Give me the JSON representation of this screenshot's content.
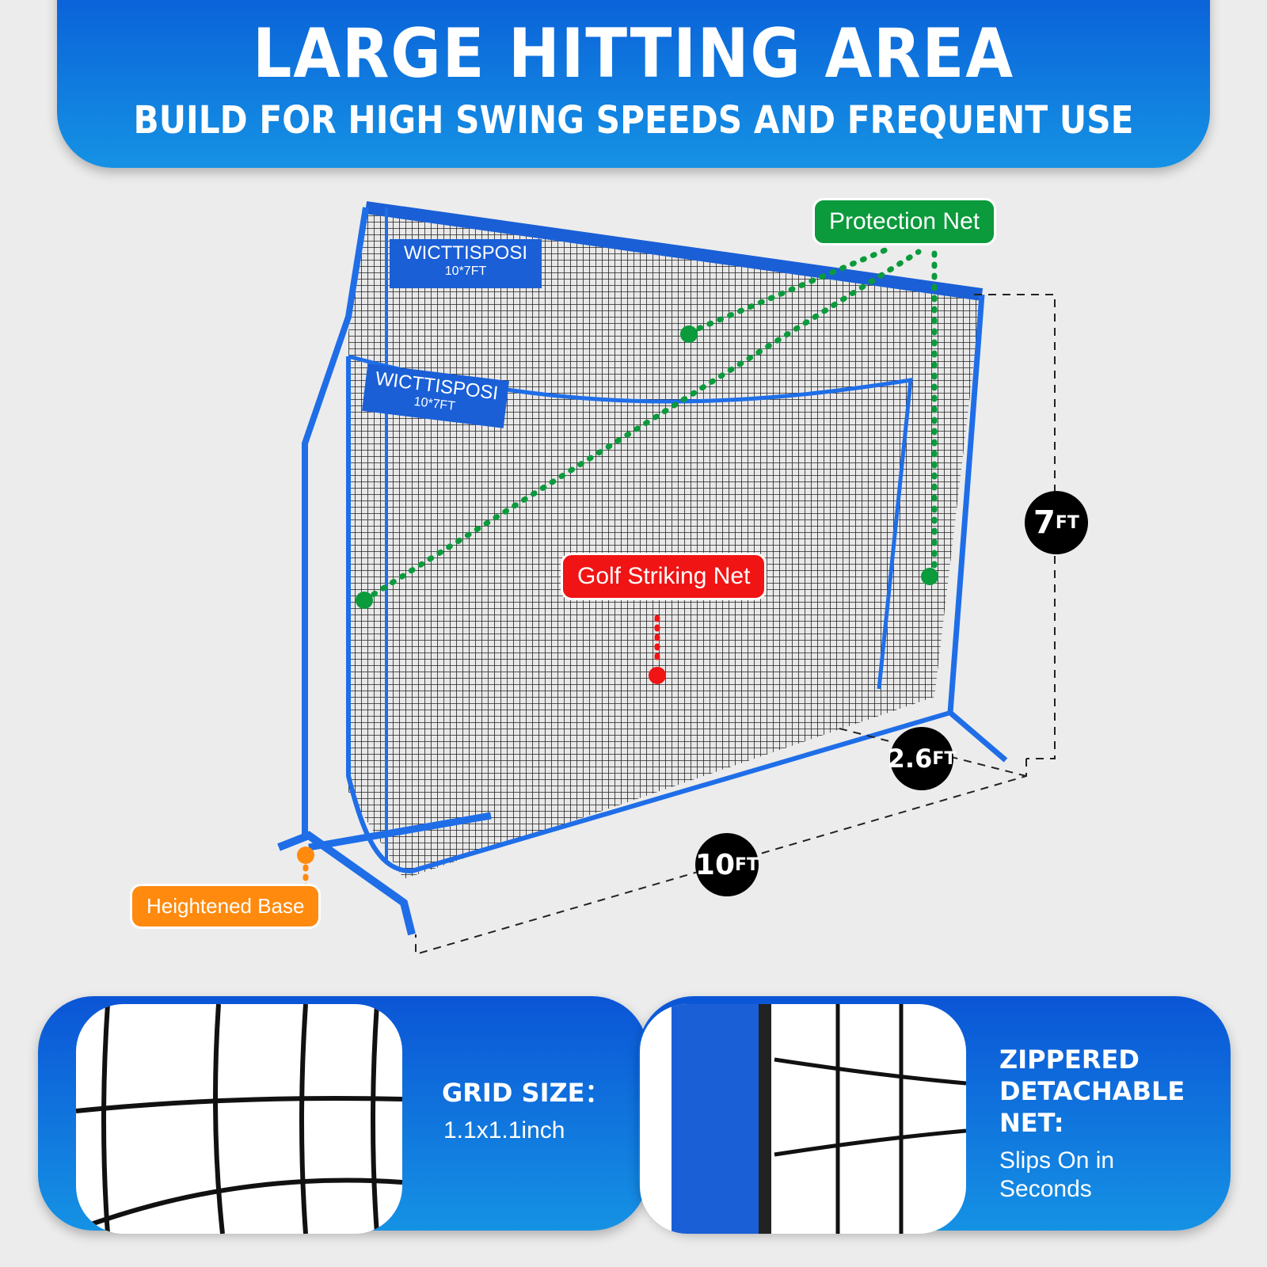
{
  "header": {
    "title": "LARGE HITTING AREA",
    "subtitle": "BUILD FOR HIGH SWING SPEEDS AND FREQUENT USE"
  },
  "product": {
    "brand_tag_1": "WICTTISPOSI",
    "size_tag_1": "10*7FT",
    "brand_tag_2": "WICTTISPOSI",
    "size_tag_2": "10*7FT"
  },
  "callouts": {
    "protection_net": {
      "label": "Protection Net",
      "color": "#0b9a3c"
    },
    "golf_striking_net": {
      "label": "Golf Striking Net",
      "color": "#f01414"
    },
    "heightened_base": {
      "label": "Heightened Base",
      "color": "#ff8a0d"
    }
  },
  "dimensions": {
    "height": {
      "value": "7",
      "unit": "FT"
    },
    "depth": {
      "value": "2.6",
      "unit": "FT"
    },
    "width": {
      "value": "10",
      "unit": "FT"
    }
  },
  "features": [
    {
      "title": "GRID SIZE：",
      "text": "1.1x1.1inch"
    },
    {
      "title_lines": [
        "ZIPPERED",
        "DETACHABLE",
        "NET:"
      ],
      "text_lines": [
        "Slips On in",
        "Seconds"
      ]
    }
  ]
}
